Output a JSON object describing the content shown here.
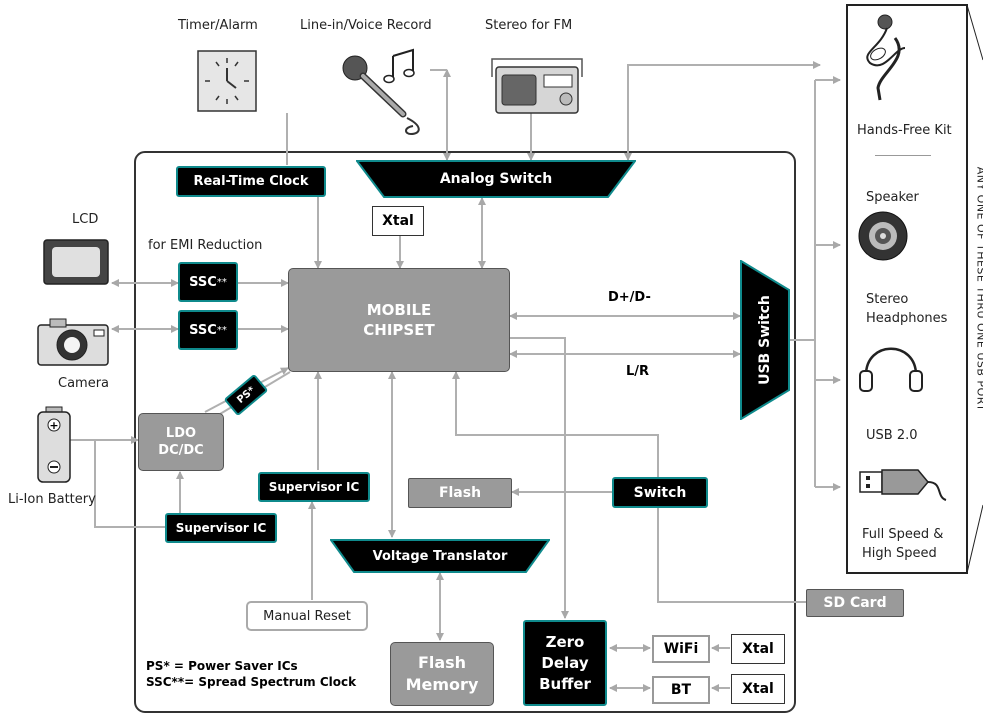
{
  "peripherals": {
    "timer": "Timer/Alarm",
    "line_in": "Line-in/Voice Record",
    "stereo_fm": "Stereo for FM",
    "lcd": "LCD",
    "camera": "Camera",
    "battery": "Li-Ion Battery",
    "emi_note": "for EMI Reduction",
    "manual_reset": "Manual Reset"
  },
  "blocks": {
    "rtc": "Real-Time Clock",
    "analog_switch": "Analog Switch",
    "xtal_top": "Xtal",
    "ssc1": "SSC",
    "ssc2": "SSC",
    "ssc_mark": "**",
    "chipset_line1": "MOBILE",
    "chipset_line2": "CHIPSET",
    "usb_switch": "USB Switch",
    "dpdm": "D+/D-",
    "lr": "L/R",
    "ps": "PS*",
    "ldo_line1": "LDO",
    "ldo_line2": "DC/DC",
    "supervisor1": "Supervisor IC",
    "supervisor2": "Supervisor IC",
    "flash": "Flash",
    "switch": "Switch",
    "voltage_translator": "Voltage Translator",
    "flash_mem_line1": "Flash",
    "flash_mem_line2": "Memory",
    "zdb_line1": "Zero",
    "zdb_line2": "Delay",
    "zdb_line3": "Buffer",
    "wifi": "WiFi",
    "bt": "BT",
    "xtal_wifi": "Xtal",
    "xtal_bt": "Xtal",
    "sd_card": "SD Card"
  },
  "legend": {
    "ps_line": "PS*    = Power Saver ICs",
    "ssc_line": "SSC**= Spread Spectrum Clock"
  },
  "usb_devices": {
    "handsfree": "Hands-Free Kit",
    "speaker": "Speaker",
    "stereo_headphones_line1": "Stereo",
    "stereo_headphones_line2": "Headphones",
    "usb2": "USB 2.0",
    "fullspeed_line1": "Full Speed &",
    "fullspeed_line2": "High Speed",
    "side_note": "ANY ONE OF THESE THRU ONE USB PORT"
  },
  "colors": {
    "teal_border": "#0f8a8c",
    "line": "#b0b0b0",
    "gray_block": "#9a9a9a"
  }
}
